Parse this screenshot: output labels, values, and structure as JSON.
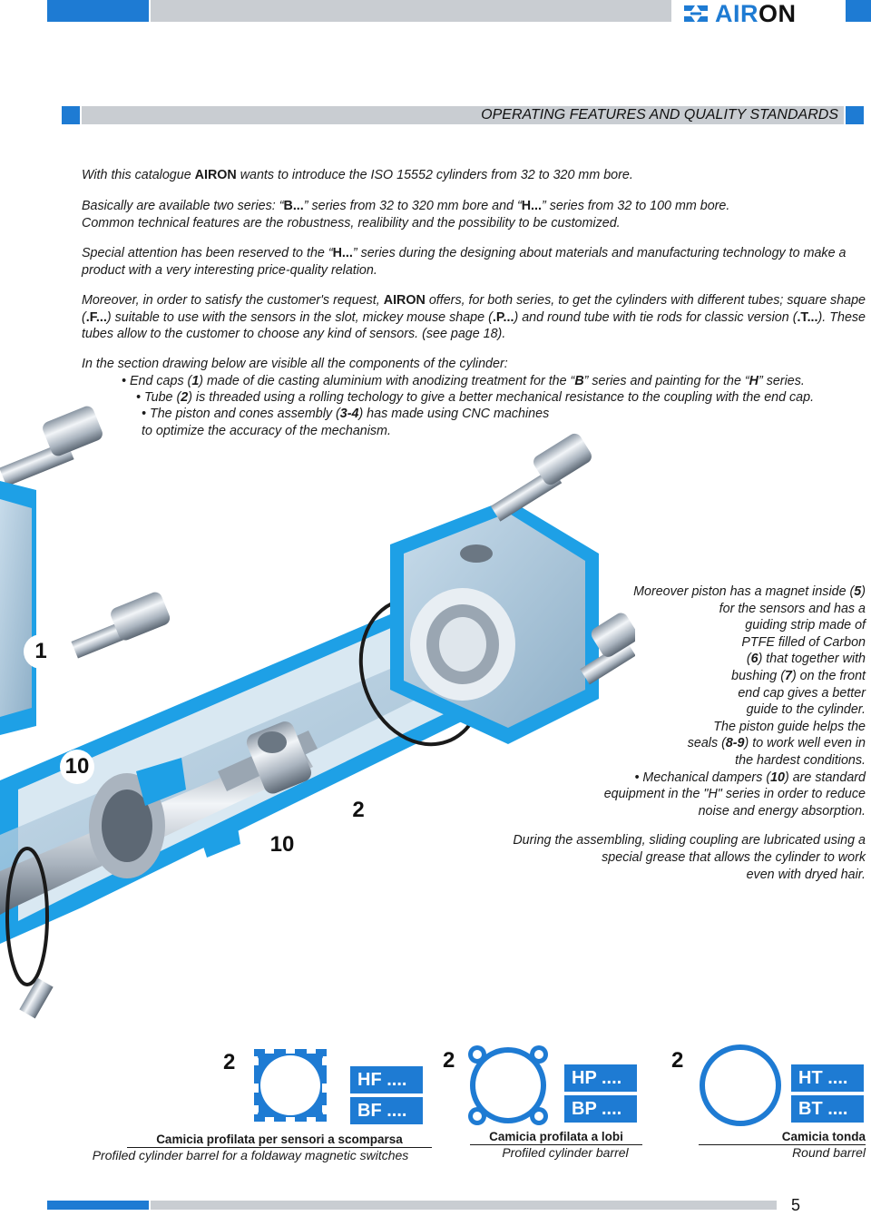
{
  "brand": {
    "logo_air": "AIR",
    "logo_on": "ON",
    "accent": "#1e7bd3",
    "grey": "#c9cdd2"
  },
  "section_title": "OPERATING FEATURES AND QUALITY STANDARDS",
  "intro": {
    "p1_a": "With this catalogue ",
    "p1_brand": "AIRON",
    "p1_b": " wants to introduce the ISO 15552 cylinders from 32 to 320 mm bore.",
    "p2_line1_a": "Basically are available two series: “",
    "p2_line1_b": "B...",
    "p2_line1_c": "” series from 32 to 320 mm bore and “",
    "p2_line1_d": "H...",
    "p2_line1_e": "” series from 32 to 100 mm bore.",
    "p2_line2": "Common technical features  are the robustness, realibility and the possibility to be customized.",
    "p3_a": "Special attention has been reserved  to the “",
    "p3_b": "H...",
    "p3_c": "” series during the designing about materials and manufacturing technology to make a product with a very interesting price-quality relation.",
    "p4_a": "Moreover, in order to satisfy the customer's request, ",
    "p4_brand": "AIRON",
    "p4_b": " offers, for both series, to get the cylinders with different tubes; square shape (",
    "p4_f": ".F...",
    "p4_c": ") suitable to use with the sensors in the slot, mickey mouse shape (",
    "p4_p": ".P...",
    "p4_d": ") and round tube with tie rods for classic version (",
    "p4_t": ".T...",
    "p4_e": "). These tubes allow to the customer to choose any kind of sensors. (see page 18).",
    "p5": "In the section drawing below are visible all the components of the cylinder:",
    "b1_a": "• End caps (",
    "b1_n": "1",
    "b1_b": ") made of die casting aluminium with anodizing treatment for the “",
    "b1_B": "B",
    "b1_c": "” series and painting for the “",
    "b1_H": "H",
    "b1_d": "” series.",
    "b2_a": "• Tube (",
    "b2_n": "2",
    "b2_b": ") is threaded using a rolling techology to give a better mechanical resistance to the coupling with the end cap.",
    "b3_a": "• The piston and cones assembly (",
    "b3_n": "3-4",
    "b3_b": ") has made using CNC machines",
    "b3_line2": "to optimize the accuracy of the mechanism."
  },
  "drawing_labels": {
    "l1": "1",
    "l10a": "10",
    "l10b": "10",
    "l2": "2"
  },
  "right_text": {
    "r1a": "Moreover piston has a magnet inside (",
    "r1n": "5",
    "r1b": ")",
    "r2": "for the sensors and has a",
    "r3": "guiding strip made of",
    "r4": "PTFE filled of Carbon",
    "r5a": "(",
    "r5n": "6",
    "r5b": ") that together with",
    "r6a": "bushing (",
    "r6n": "7",
    "r6b": ") on the front",
    "r7": "end cap gives a better",
    "r8": "guide to the cylinder.",
    "r9": "The piston guide helps the",
    "r10a": "seals (",
    "r10n": "8-9",
    "r10b": ") to work well even in",
    "r11": "the hardest conditions.",
    "r12a": "• Mechanical dampers (",
    "r12n": "10",
    "r12b": ") are standard",
    "r13": "equipment in the \"H\" series in order to reduce",
    "r14": "noise and energy absorption.",
    "r15": "During the assembling, sliding coupling are lubricated using a",
    "r16": "special grease that allows the cylinder to work",
    "r17": "even with dryed hair."
  },
  "barrels": [
    {
      "num": "2",
      "tag1": "HF ....",
      "tag2": "BF ....",
      "caption_it": "Camicia profilata per sensori a scomparsa",
      "caption_en": "Profiled cylinder barrel for a foldaway magnetic switches",
      "icon": "square-barrel-icon"
    },
    {
      "num": "2",
      "tag1": "HP ....",
      "tag2": "BP ....",
      "caption_it": "Camicia profilata a lobi",
      "caption_en": "Profiled cylinder barrel",
      "icon": "lobed-barrel-icon"
    },
    {
      "num": "2",
      "tag1": "HT ....",
      "tag2": "BT ....",
      "caption_it": "Camicia tonda",
      "caption_en": "Round barrel",
      "icon": "round-barrel-icon"
    }
  ],
  "page_number": "5"
}
